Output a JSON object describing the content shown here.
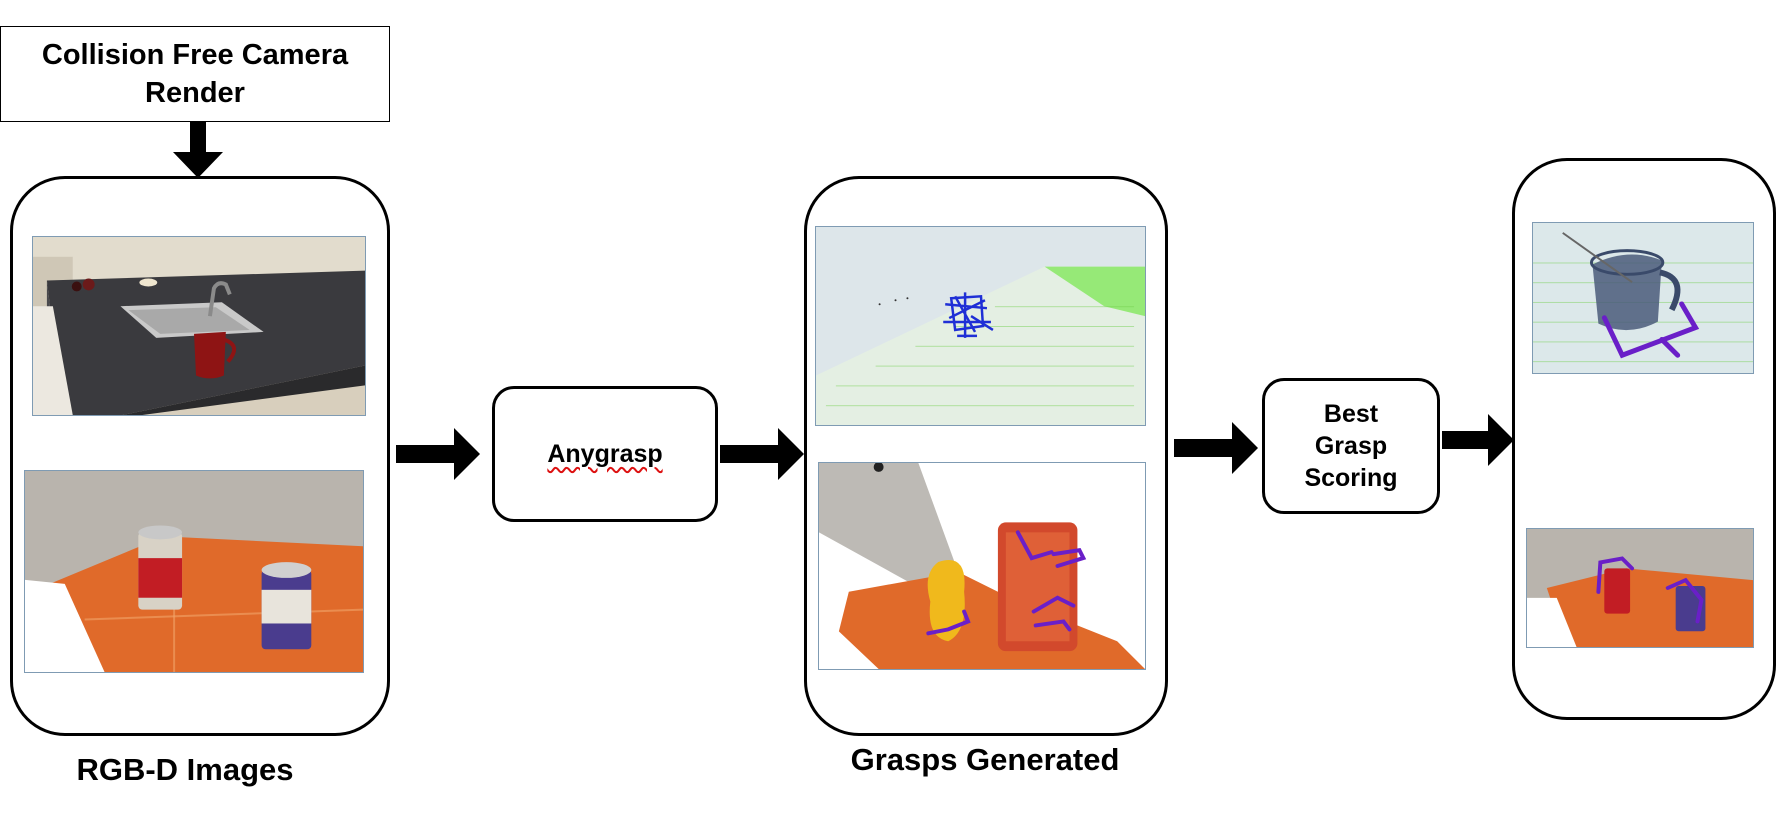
{
  "top_box": {
    "line1": "Collision Free Camera",
    "line2": "Render"
  },
  "captions": {
    "rgbd": "RGB-D Images",
    "grasps": "Grasps Generated"
  },
  "stages": {
    "anygrasp": "Anygrasp",
    "scoring": {
      "line1": "Best",
      "line2": "Grasp",
      "line3": "Scoring"
    }
  },
  "colors": {
    "grasp_blue": "#1f2fd6",
    "grasp_purple": "#6a1fc8",
    "cloth_orange": "#e06a2a",
    "plane_green": "#8de86a",
    "frame_border": "#7f9bb3"
  },
  "icons": [
    "arrow-down-icon",
    "arrow-right-icon"
  ]
}
